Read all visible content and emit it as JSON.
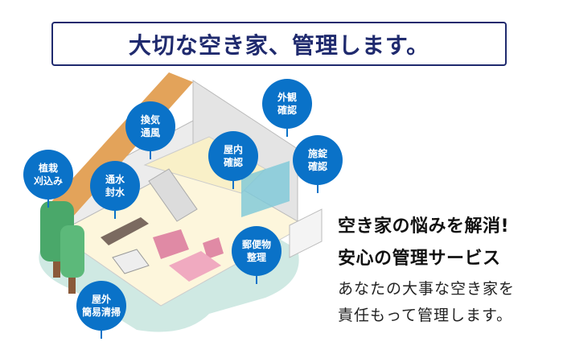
{
  "banner": {
    "title": "大切な空き家、管理します。"
  },
  "bubbles": [
    {
      "line1": "外観",
      "line2": "確認"
    },
    {
      "line1": "換気",
      "line2": "通風"
    },
    {
      "line1": "屋内",
      "line2": "確認"
    },
    {
      "line1": "施錠",
      "line2": "確認"
    },
    {
      "line1": "植栽",
      "line2": "刈込み"
    },
    {
      "line1": "通水",
      "line2": "封水"
    },
    {
      "line1": "郵便物",
      "line2": "整理"
    },
    {
      "line1": "屋外",
      "line2": "簡易清掃"
    }
  ],
  "copy": {
    "headline1": "空き家の悩みを解消!",
    "headline2": "安心の管理サービス",
    "body1": "あなたの大事な空き家を",
    "body2": "責任もって管理します。"
  },
  "colors": {
    "navy": "#1f2a6e",
    "bubble": "#0a72c8"
  }
}
